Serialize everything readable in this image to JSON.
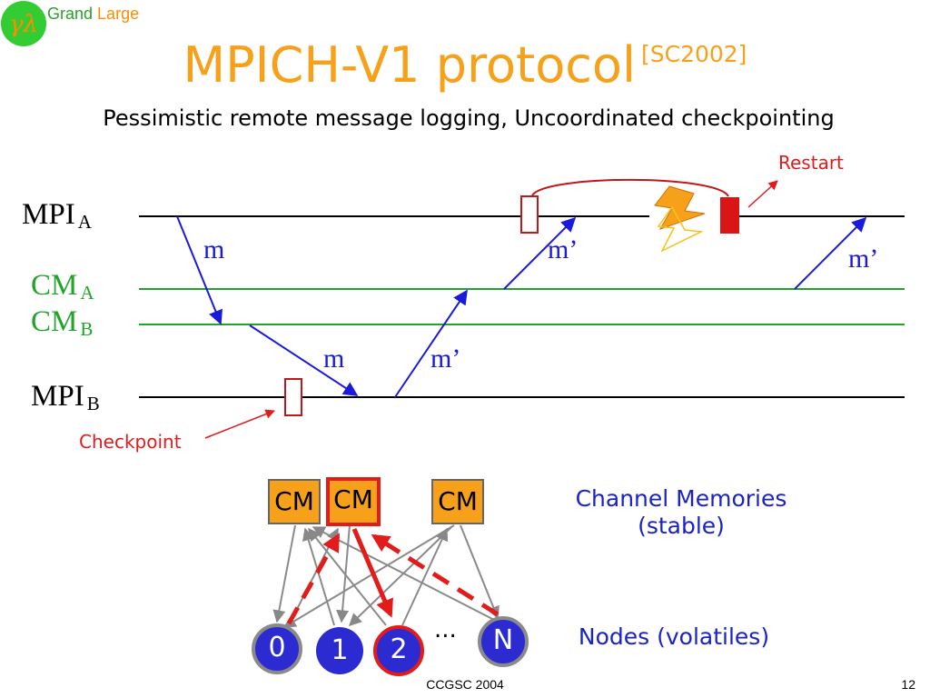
{
  "logo": {
    "symbol": "γλ",
    "word1": "Grand",
    "word2": "Large"
  },
  "title": {
    "main": "MPICH-V1 protocol",
    "ref": "[SC2002]"
  },
  "subtitle": "Pessimistic remote message logging, Uncoordinated checkpointing",
  "lanes": {
    "mpi_a": {
      "name": "MPI",
      "sub": "A"
    },
    "cm_a": {
      "name": "CM",
      "sub": "A"
    },
    "cm_b": {
      "name": "CM",
      "sub": "B"
    },
    "mpi_b": {
      "name": "MPI",
      "sub": "B"
    }
  },
  "messages": {
    "m": "m",
    "m_prime": "m’"
  },
  "annotations": {
    "restart": "Restart",
    "checkpoint": "Checkpoint"
  },
  "channel_memories": {
    "boxes": [
      "CM",
      "CM",
      "CM"
    ],
    "caption_line1": "Channel Memories",
    "caption_line2": "(stable)"
  },
  "nodes": {
    "labels": [
      "0",
      "1",
      "2",
      "N"
    ],
    "ellipsis": "...",
    "caption": "Nodes (volatiles)"
  },
  "footer": {
    "center": "CCGSC 2004",
    "page": "12"
  },
  "colors": {
    "orange": "#f7a11a",
    "green": "#22a32a",
    "blue": "#1a1adc",
    "red": "#e21b1b",
    "node_blue": "#2b2bd1"
  }
}
